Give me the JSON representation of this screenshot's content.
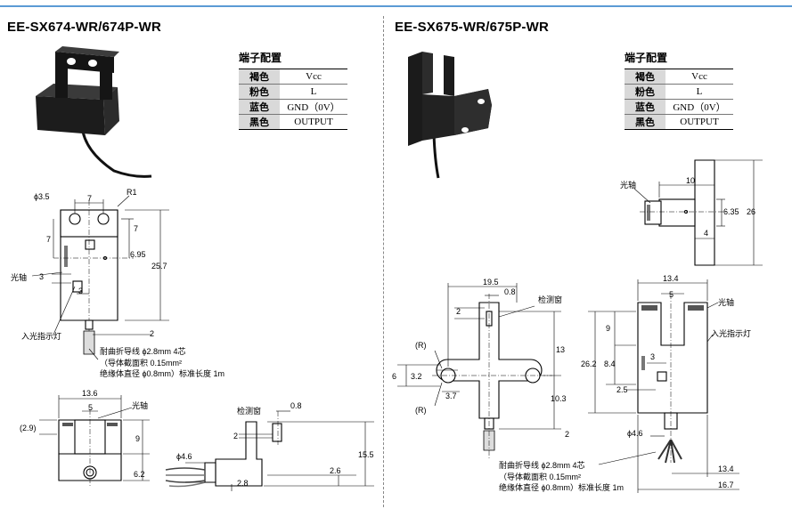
{
  "left": {
    "title": "EE-SX674-WR/674P-WR",
    "pin": {
      "header": "端子配置",
      "rows": [
        {
          "color": "褐色",
          "signal": "Vcc"
        },
        {
          "color": "粉色",
          "signal": "L"
        },
        {
          "color": "蓝色",
          "signal": "GND（0V）"
        },
        {
          "color": "黑色",
          "signal": "OUTPUT"
        }
      ]
    },
    "front": {
      "d_hole": "ϕ3.5",
      "d_7a": "7",
      "r1": "R1",
      "d_7b": "7",
      "d_7c": "7",
      "d_695": "6.95",
      "d_257": "25.7",
      "d_3a": "3",
      "d_3b": "3",
      "d_2": "2",
      "axis_label": "光轴",
      "lamp_label": "入光指示灯",
      "cable_line1": "耐曲折导线 ϕ2.8mm 4芯",
      "cable_line2": "（导体截面积 0.15mm²",
      "cable_line3": "绝缘体直径 ϕ0.8mm）标准长度 1m"
    },
    "bottom": {
      "d_136": "13.6",
      "d_5": "5",
      "axis_label": "光轴",
      "d_29": "(2.9)",
      "d_9": "9",
      "d_62": "6.2"
    },
    "side": {
      "window_label": "检测窗",
      "d_08": "0.8",
      "d_2": "2",
      "d_46": "ϕ4.6",
      "d_28": "2.8",
      "d_155": "15.5",
      "d_26": "2.6"
    }
  },
  "right": {
    "title": "EE-SX675-WR/675P-WR",
    "pin": {
      "header": "端子配置",
      "rows": [
        {
          "color": "褐色",
          "signal": "Vcc"
        },
        {
          "color": "粉色",
          "signal": "L"
        },
        {
          "color": "蓝色",
          "signal": "GND（0V）"
        },
        {
          "color": "黑色",
          "signal": "OUTPUT"
        }
      ]
    },
    "top": {
      "axis_label": "光轴",
      "d_10": "10",
      "d_635": "6.35",
      "d_26": "26",
      "d_4": "4"
    },
    "front": {
      "d_195": "19.5",
      "d_08": "0.8",
      "window_label": "检测窗",
      "d_2a": "2",
      "d_13": "13",
      "r_a": "(R)",
      "r_b": "(R)",
      "d_6": "6",
      "d_32": "3.2",
      "d_37": "3.7",
      "d_103": "10.3",
      "d_2b": "2"
    },
    "side": {
      "d_134a": "13.4",
      "d_5": "5",
      "axis_label": "光轴",
      "d_9": "9",
      "lamp_label": "入光指示灯",
      "d_262": "26.2",
      "d_84": "8.4",
      "d_3": "3",
      "d_25": "2.5",
      "d_46": "ϕ4.6",
      "d_134b": "13.4",
      "d_167": "16.7",
      "cable_line1": "耐曲折导线 ϕ2.8mm 4芯",
      "cable_line2": "（导体截面积 0.15mm²",
      "cable_line3": "绝缘体直径 ϕ0.8mm）标准长度 1m"
    }
  }
}
